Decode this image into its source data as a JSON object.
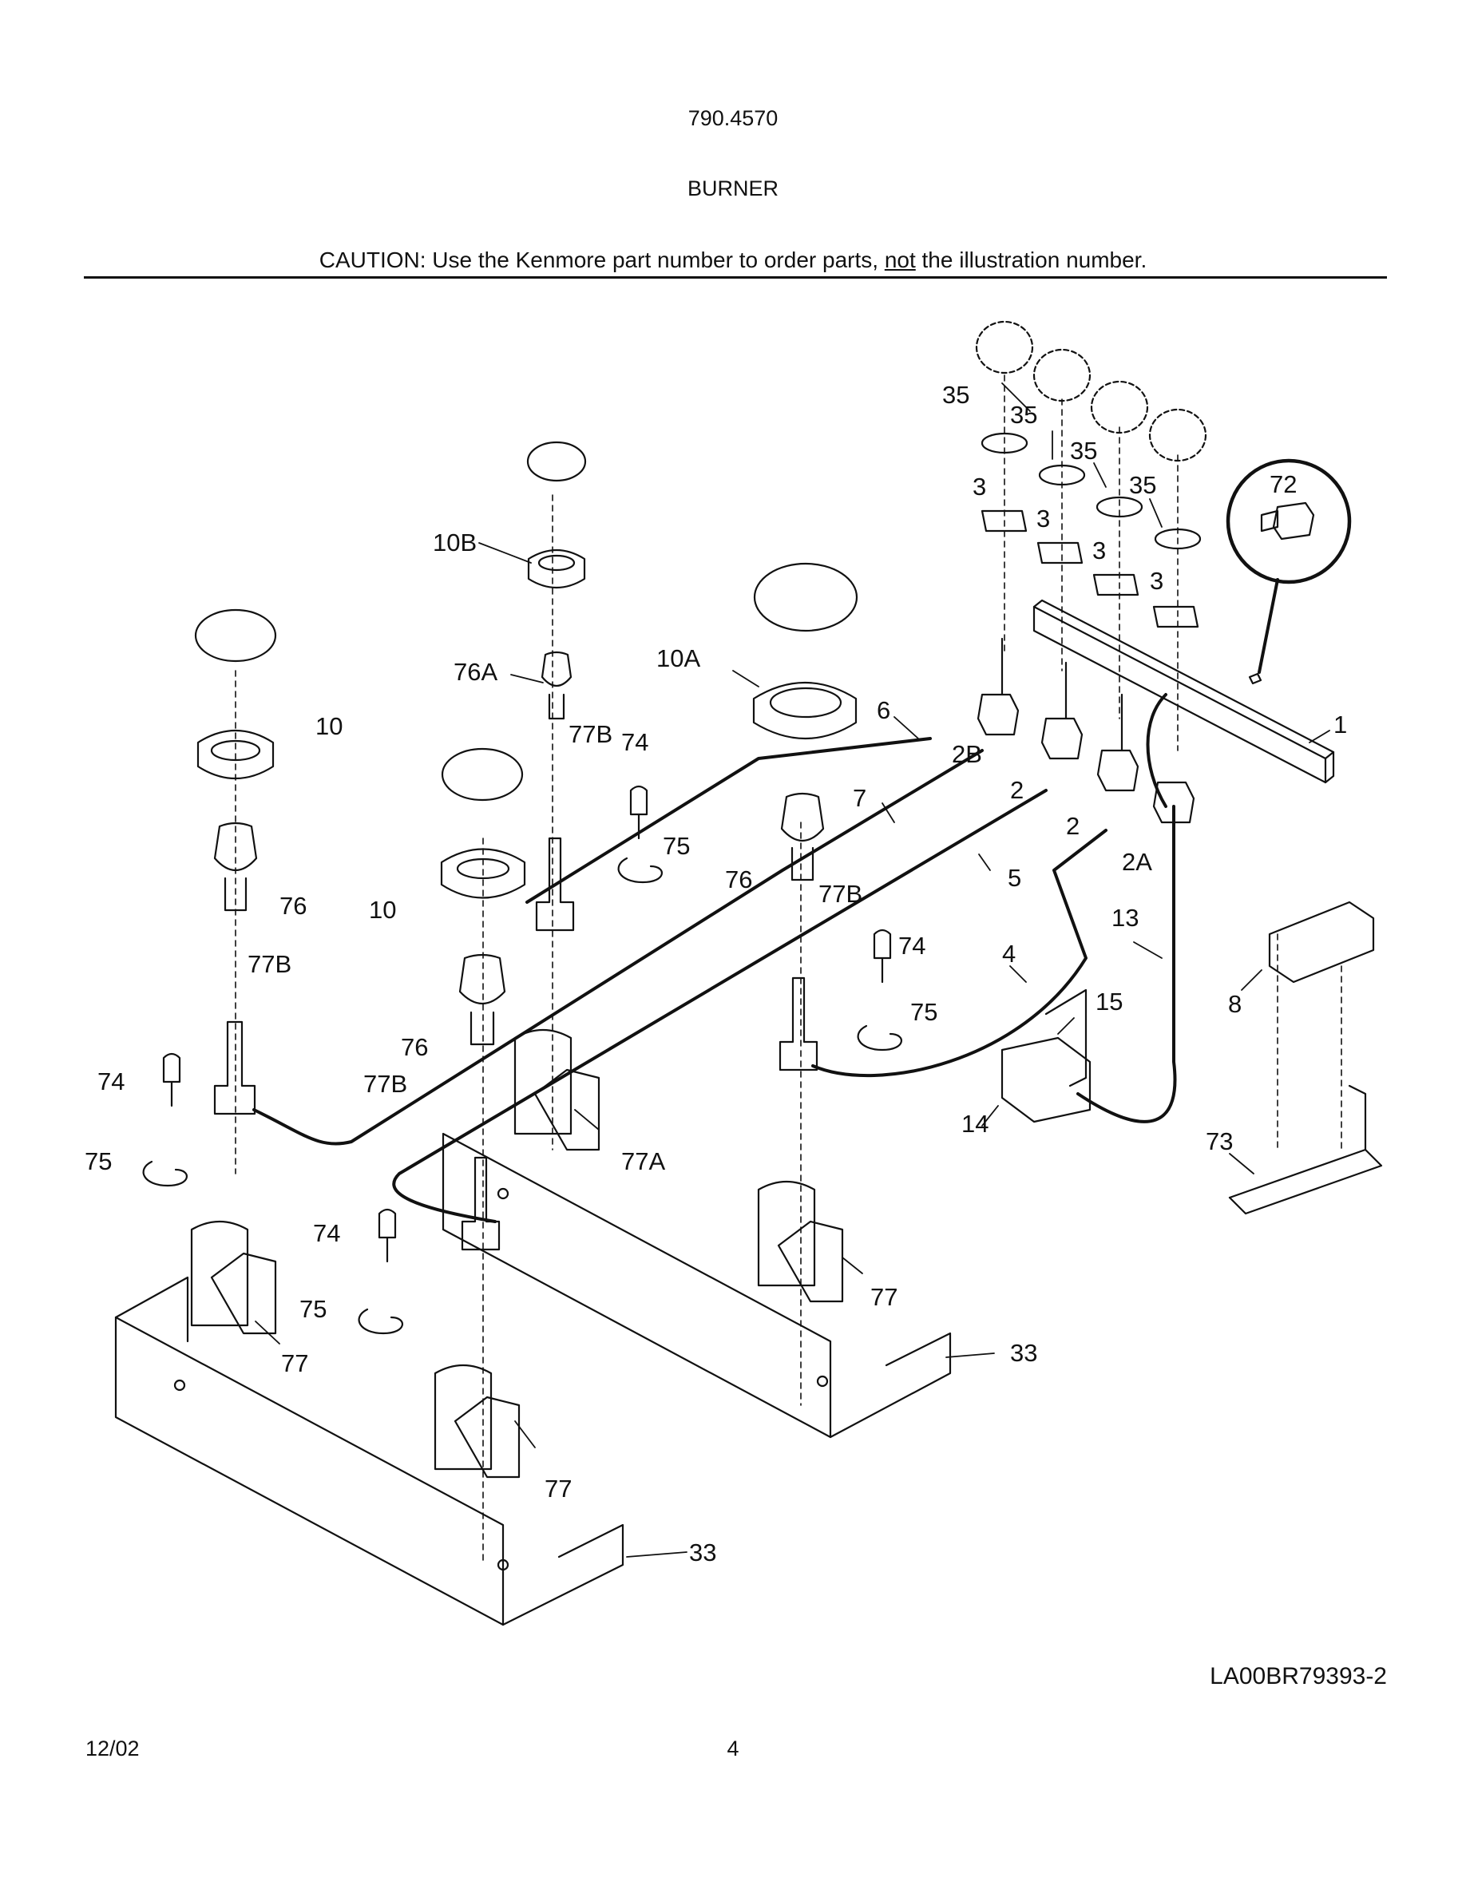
{
  "header": {
    "model": "790.4570",
    "section": "BURNER",
    "caution_prefix": "CAUTION: Use the Kenmore part number to order parts, ",
    "caution_emph": "not",
    "caution_suffix": " the illustration number."
  },
  "callouts": {
    "c1": "1",
    "c2a": "2",
    "c2b": "2",
    "c2A": "2A",
    "c2B": "2B",
    "c3a": "3",
    "c3b": "3",
    "c3c": "3",
    "c3d": "3",
    "c4": "4",
    "c5": "5",
    "c6": "6",
    "c7": "7",
    "c8": "8",
    "c10a": "10",
    "c10b": "10",
    "c10A": "10A",
    "c10B": "10B",
    "c13": "13",
    "c14": "14",
    "c15": "15",
    "c33a": "33",
    "c33b": "33",
    "c35a": "35",
    "c35b": "35",
    "c35c": "35",
    "c35d": "35",
    "c72": "72",
    "c73": "73",
    "c74a": "74",
    "c74b": "74",
    "c74c": "74",
    "c74d": "74",
    "c75a": "75",
    "c75b": "75",
    "c75c": "75",
    "c75d": "75",
    "c76a": "76",
    "c76b": "76",
    "c76c": "76",
    "c76A": "76A",
    "c77a": "77",
    "c77b": "77",
    "c77c": "77",
    "c77A": "77A",
    "c77Ba": "77B",
    "c77Bb": "77B",
    "c77Bc": "77B",
    "c77Bd": "77B"
  },
  "footer": {
    "figure_id": "LA00BR79393-2",
    "date": "12/02",
    "page": "4"
  }
}
